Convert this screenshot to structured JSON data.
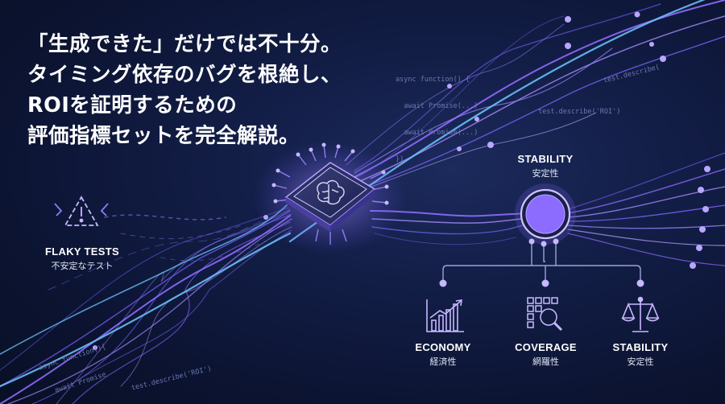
{
  "headline": {
    "line1": "「生成できた」だけでは不十分。",
    "line2": "タイミング依存のバグを根絶し、",
    "line3": "ROIを証明するための",
    "line4": "評価指標セットを完全解説。"
  },
  "code": {
    "top_line1": "async function() {",
    "top_line2": "  await Promise(...)",
    "top_line3": "  await Promise(...)",
    "top_line4": "})",
    "top_describe": "test.describe('ROI')",
    "top_right": "test.describe(",
    "bottom_line1": "async function(){",
    "bottom_line2": "  await Promise",
    "bottom_describe": "test.describe('ROI')"
  },
  "flaky": {
    "title": "FLAKY TESTS",
    "subtitle": "不安定なテスト",
    "icon": "warning-triangle-icon"
  },
  "hub": {
    "title": "STABILITY",
    "subtitle": "安定性"
  },
  "metrics": [
    {
      "title": "ECONOMY",
      "subtitle": "経済性",
      "icon": "growth-chart-icon"
    },
    {
      "title": "COVERAGE",
      "subtitle": "網羅性",
      "icon": "grid-magnifier-icon"
    },
    {
      "title": "STABILITY",
      "subtitle": "安定性",
      "icon": "balance-scale-icon"
    }
  ],
  "chip_icon": "ai-brain-chip-icon",
  "colors": {
    "accent": "#8b6cff",
    "accent_light": "#b9a6ff",
    "cyan": "#6ec6ff",
    "background": "#0d1530"
  }
}
